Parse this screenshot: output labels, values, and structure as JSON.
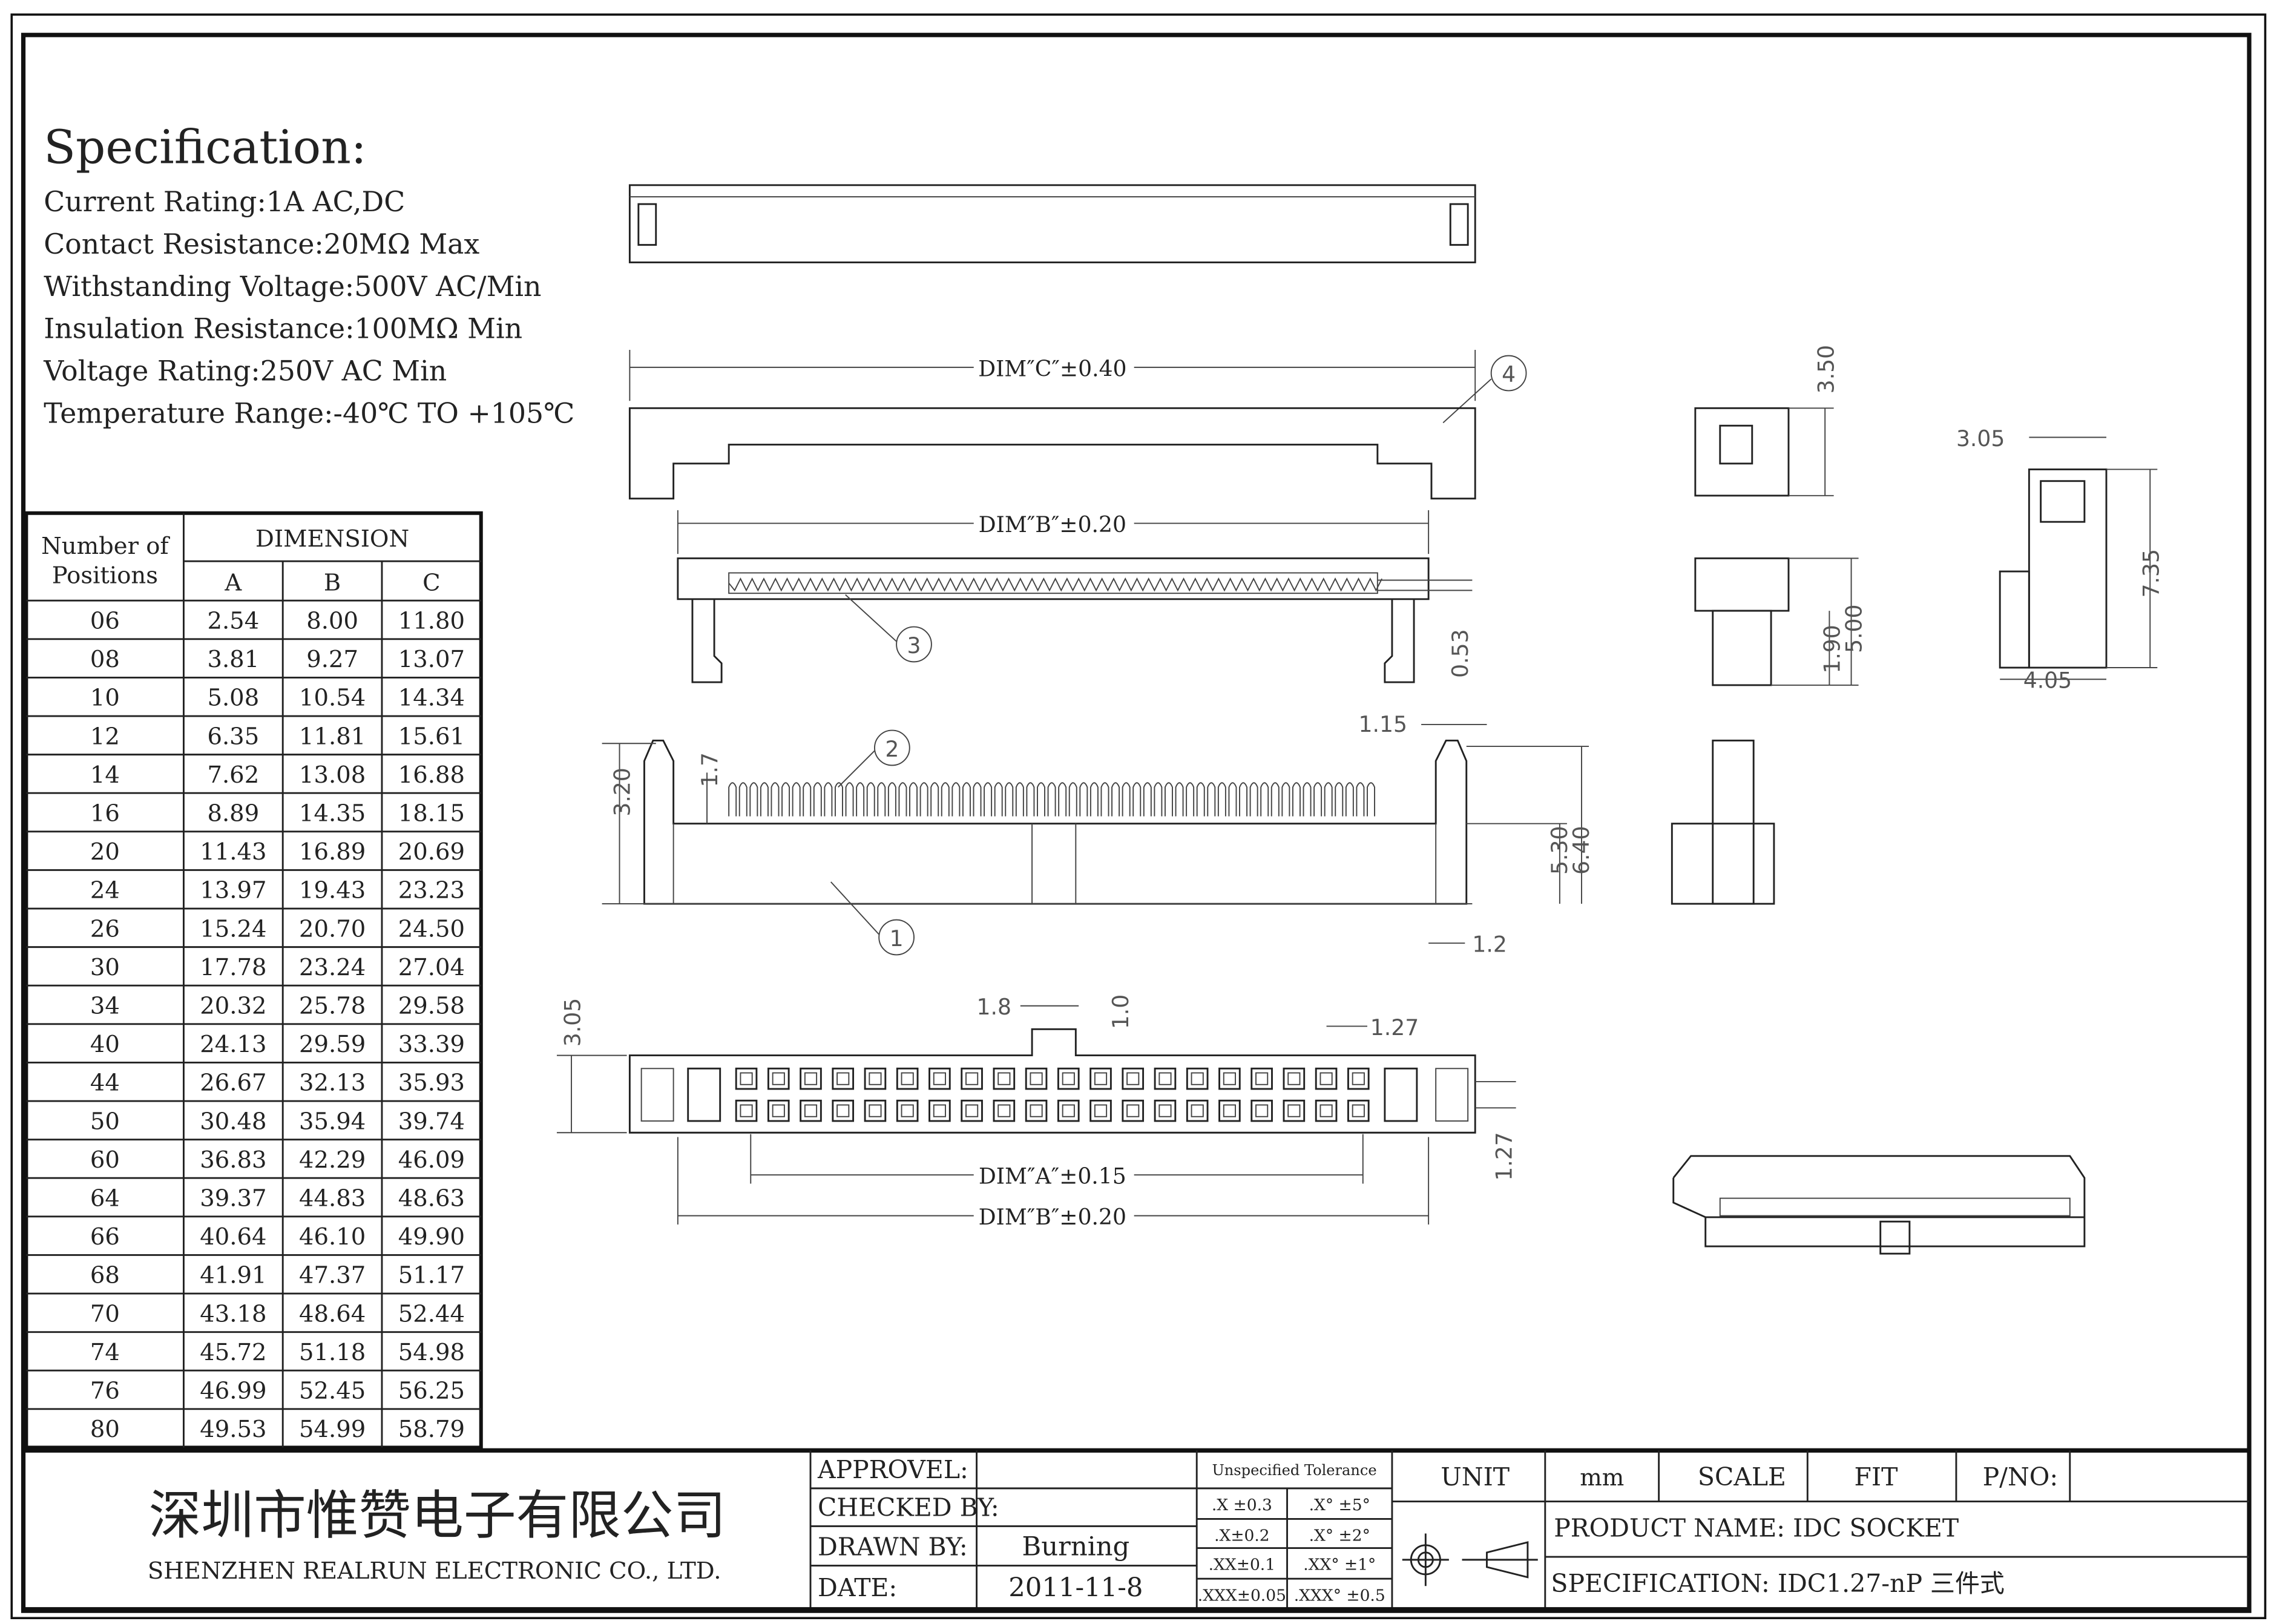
{
  "spec": {
    "title": "Specification:",
    "lines": [
      "Current Rating:1A AC,DC",
      "Contact Resistance:20MΩ Max",
      "Withstanding Voltage:500V AC/Min",
      "Insulation Resistance:100MΩ Min",
      "Voltage Rating:250V AC Min",
      "Temperature Range:-40℃ TO +105℃"
    ]
  },
  "table": {
    "header_positions_1": "Number of",
    "header_positions_2": "Positions",
    "header_dimension": "DIMENSION",
    "columns": [
      "A",
      "B",
      "C"
    ],
    "rows": [
      [
        "06",
        "2.54",
        "8.00",
        "11.80"
      ],
      [
        "08",
        "3.81",
        "9.27",
        "13.07"
      ],
      [
        "10",
        "5.08",
        "10.54",
        "14.34"
      ],
      [
        "12",
        "6.35",
        "11.81",
        "15.61"
      ],
      [
        "14",
        "7.62",
        "13.08",
        "16.88"
      ],
      [
        "16",
        "8.89",
        "14.35",
        "18.15"
      ],
      [
        "20",
        "11.43",
        "16.89",
        "20.69"
      ],
      [
        "24",
        "13.97",
        "19.43",
        "23.23"
      ],
      [
        "26",
        "15.24",
        "20.70",
        "24.50"
      ],
      [
        "30",
        "17.78",
        "23.24",
        "27.04"
      ],
      [
        "34",
        "20.32",
        "25.78",
        "29.58"
      ],
      [
        "40",
        "24.13",
        "29.59",
        "33.39"
      ],
      [
        "44",
        "26.67",
        "32.13",
        "35.93"
      ],
      [
        "50",
        "30.48",
        "35.94",
        "39.74"
      ],
      [
        "60",
        "36.83",
        "42.29",
        "46.09"
      ],
      [
        "64",
        "39.37",
        "44.83",
        "48.63"
      ],
      [
        "66",
        "40.64",
        "46.10",
        "49.90"
      ],
      [
        "68",
        "41.91",
        "47.37",
        "51.17"
      ],
      [
        "70",
        "43.18",
        "48.64",
        "52.44"
      ],
      [
        "74",
        "45.72",
        "51.18",
        "54.98"
      ],
      [
        "76",
        "46.99",
        "52.45",
        "56.25"
      ],
      [
        "80",
        "49.53",
        "54.99",
        "58.79"
      ]
    ]
  },
  "dims": {
    "dim_c": "DIM″C″±0.40",
    "dim_b_top": "DIM″B″±0.20",
    "dim_a": "DIM″A″±0.15",
    "dim_b_bottom": "DIM″B″±0.20",
    "d_053": "0.53",
    "d_320": "3.20",
    "d_17": "1.7",
    "d_115": "1.15",
    "d_530": "5.30",
    "d_640": "6.40",
    "d_12": "1.2",
    "d_18": "1.8",
    "d_10": "1.0",
    "d_127_top": "1.27",
    "d_305_left": "3.05",
    "d_127_right": "1.27",
    "d_350": "3.50",
    "d_190": "1.90",
    "d_500": "5.00",
    "d_305_side": "3.05",
    "d_735": "7.35",
    "d_405": "4.05",
    "callout_1": "1",
    "callout_2": "2",
    "callout_3": "3",
    "callout_4": "4"
  },
  "titleblock": {
    "company_cn": "深圳市惟赞电子有限公司",
    "company_en": "SHENZHEN REALRUN ELECTRONIC CO., LTD.",
    "approvel_label": "APPROVEL:",
    "checked_label": "CHECKED BY:",
    "drawn_label": "DRAWN BY:",
    "drawn_value": "Burning",
    "date_label": "DATE:",
    "date_value": "2011-11-8",
    "tolerance_title": "Unspecified Tolerance",
    "tolerances": [
      [
        ".X ±0.3",
        ".X° ±5°"
      ],
      [
        ".X±0.2",
        ".X° ±2°"
      ],
      [
        ".XX±0.1",
        ".XX° ±1°"
      ],
      [
        ".XXX±0.05",
        ".XXX° ±0.5"
      ]
    ],
    "unit_label": "UNIT",
    "unit_value": "mm",
    "scale_label": "SCALE",
    "scale_value": "FIT",
    "pno_label": "P/NO:",
    "product_name": "PRODUCT NAME:  IDC SOCKET",
    "specification": "SPECIFICATION: IDC1.27-nP 三件式"
  }
}
